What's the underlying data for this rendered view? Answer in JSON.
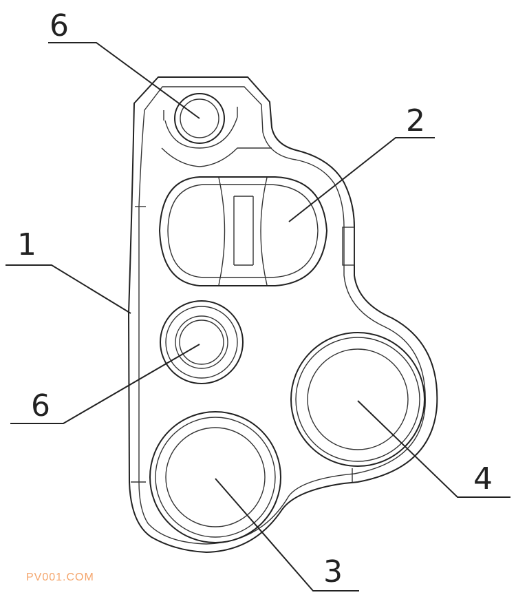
{
  "labels": {
    "part_1": "1",
    "part_2": "2",
    "part_3": "3",
    "part_4": "4",
    "part_6_top": "6",
    "part_6_mid": "6"
  },
  "watermark": {
    "text": "PV001.COM",
    "color": "#f4a46a"
  }
}
